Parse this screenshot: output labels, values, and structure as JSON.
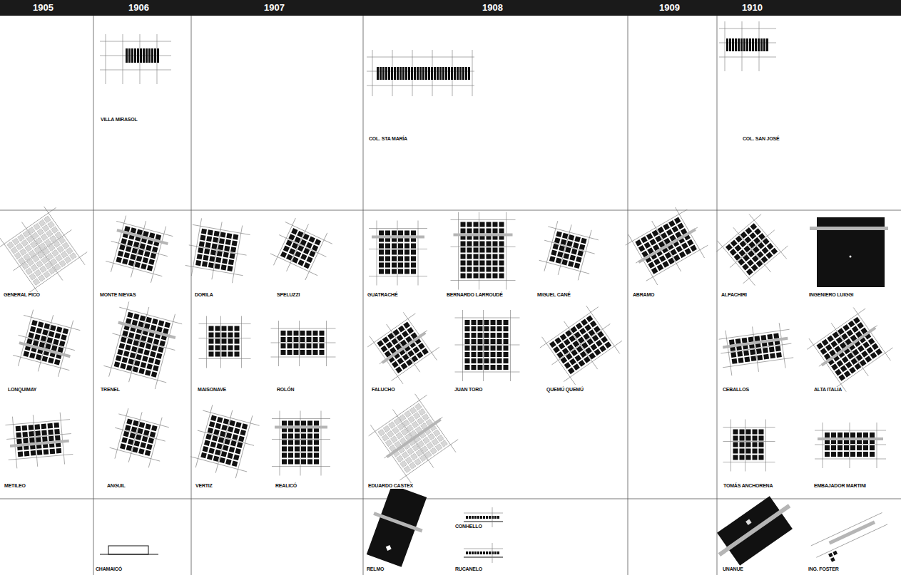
{
  "diagram": {
    "labels": [
      "1905",
      "1906",
      "1907",
      "1908",
      "1909",
      "1910",
      "VILLA MIRASOL",
      "COL. STA MARÍA",
      "COL. SAN JOSÉ",
      "GENERAL PICO",
      "MONTE NIEVAS",
      "DORILA",
      "SPELUZZI",
      "GUATRACHÉ",
      "BERNARDO LARROUDÉ",
      "MIGUEL CANÉ",
      "ABRAMO",
      "ALPACHIRI",
      "INGENIERO LUIGGI",
      "LONQUIMAY",
      "TRENEL",
      "MAISONAVE",
      "ROLÓN",
      "FALUCHO",
      "JUAN TORO",
      "QUEMÚ QUEMÚ",
      "CEBALLOS",
      "ALTA ITALIA",
      "METILEO",
      "ANGUIL",
      "VERTIZ",
      "REALICÓ",
      "EDUARDO CASTEX",
      "TOMÁS ANCHORENA",
      "EMBAJADOR MARTINI",
      "CHAMAICÓ",
      "RELMO",
      "CONHELLO",
      "RUCANELO",
      "UNANUE",
      "ING. FOSTER"
    ]
  }
}
